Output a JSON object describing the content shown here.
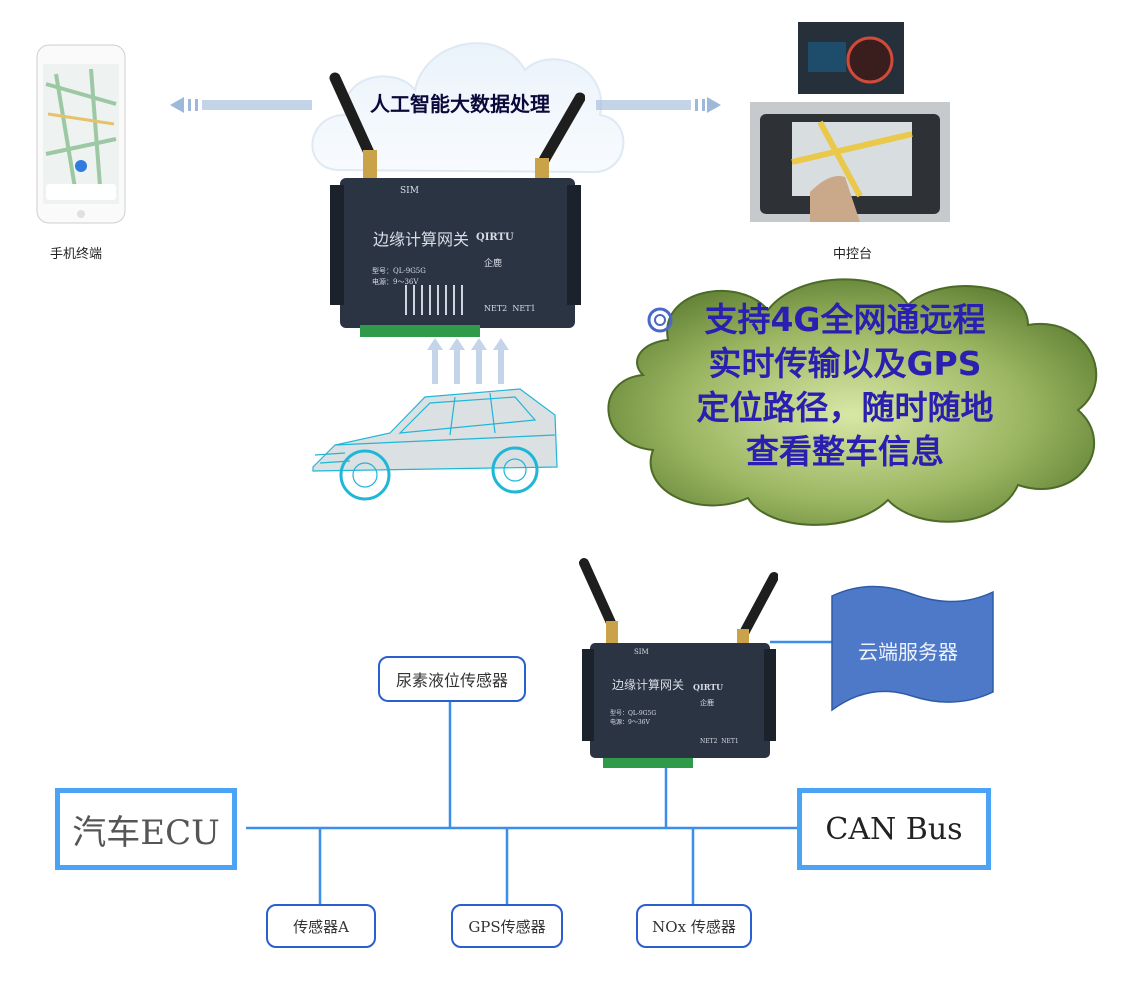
{
  "top": {
    "cloud_label": "人工智能大数据处理",
    "phone_label": "手机终端",
    "console_label": "中控台",
    "gateway": {
      "sim": "SIM",
      "title": "边缘计算网关",
      "brand": "QIRTU",
      "brand_cn": "企鹿",
      "model_label": "型号：QL-9G5G",
      "power_label": "电源：9～36V",
      "ports": "NET2  NET1"
    },
    "callout_lines": [
      "支持4G全网通远程",
      "实时传输以及GPS",
      "定位路径，随时随地",
      "查看整车信息"
    ]
  },
  "bottom": {
    "ecu_label": "汽车ECU",
    "can_label": "CAN Bus",
    "cloud_server_label": "云端服务器",
    "urea_sensor": "尿素液位传感器",
    "sensor_a": "传感器A",
    "gps_sensor": "GPS传感器",
    "nox_sensor": "NOx 传感器",
    "gateway": {
      "sim": "SIM",
      "title": "边缘计算网关",
      "brand": "QIRTU",
      "brand_cn": "企鹿",
      "model_label": "型号：QL-9G5G",
      "power_label": "电源：9～36V",
      "ports": "NET2  NET1"
    }
  },
  "colors": {
    "line_blue": "#3b8fe8",
    "box_blue": "#4aa3f5",
    "callout_text": "#2a1fb0",
    "callout_cloud": "#6f8f3f",
    "server_blue": "#4d79c8",
    "gateway_body": "#2b3442"
  }
}
